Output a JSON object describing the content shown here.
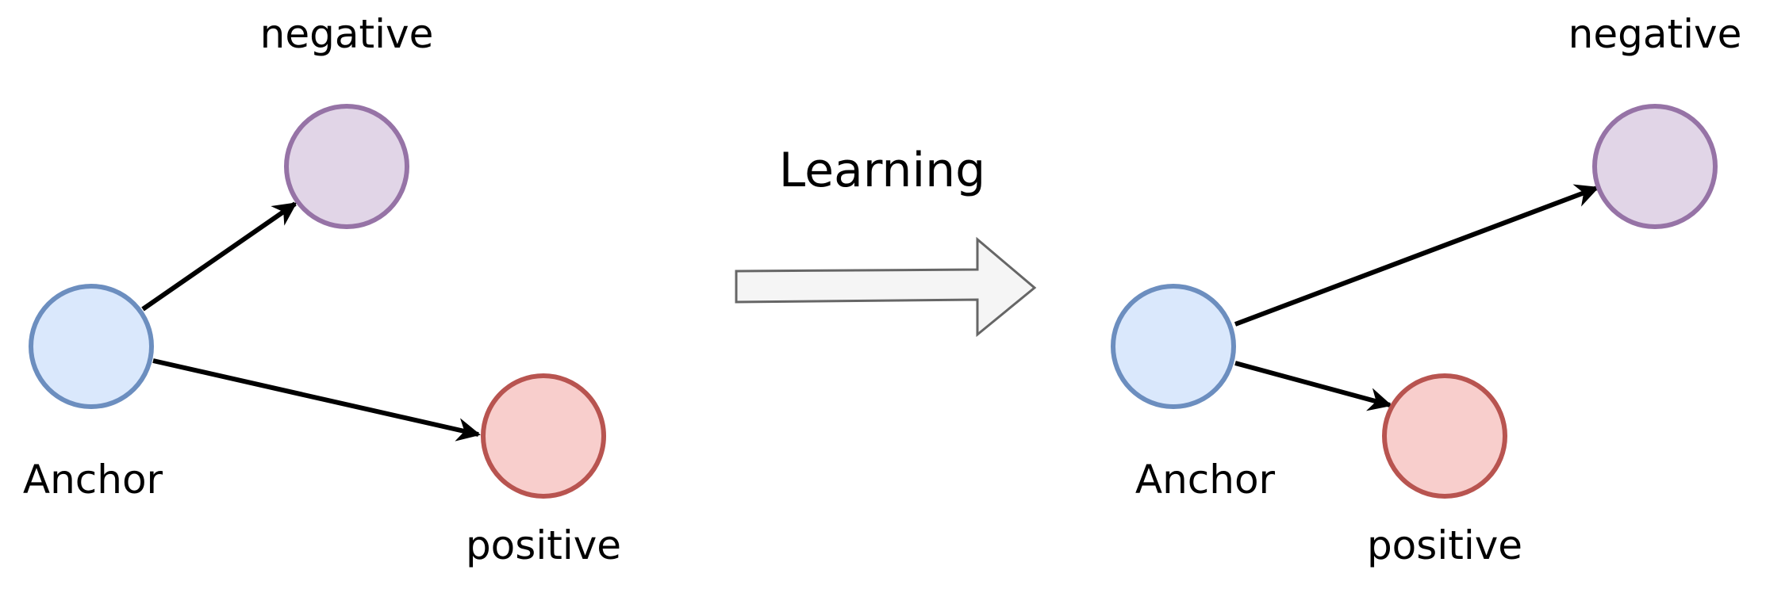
{
  "labels": {
    "before_negative": "negative",
    "before_anchor": "Anchor",
    "before_positive": "positive",
    "transition": "Learning",
    "after_negative": "negative",
    "after_anchor": "Anchor",
    "after_positive": "positive"
  },
  "colors": {
    "anchor_fill": "#dae8fc",
    "anchor_stroke": "#6c8ebf",
    "negative_fill": "#e1d5e7",
    "negative_stroke": "#9673a6",
    "positive_fill": "#f8cecc",
    "positive_stroke": "#b85450",
    "arrow": "#000000",
    "block_arrow_fill": "#f5f5f5",
    "block_arrow_stroke": "#666666"
  }
}
